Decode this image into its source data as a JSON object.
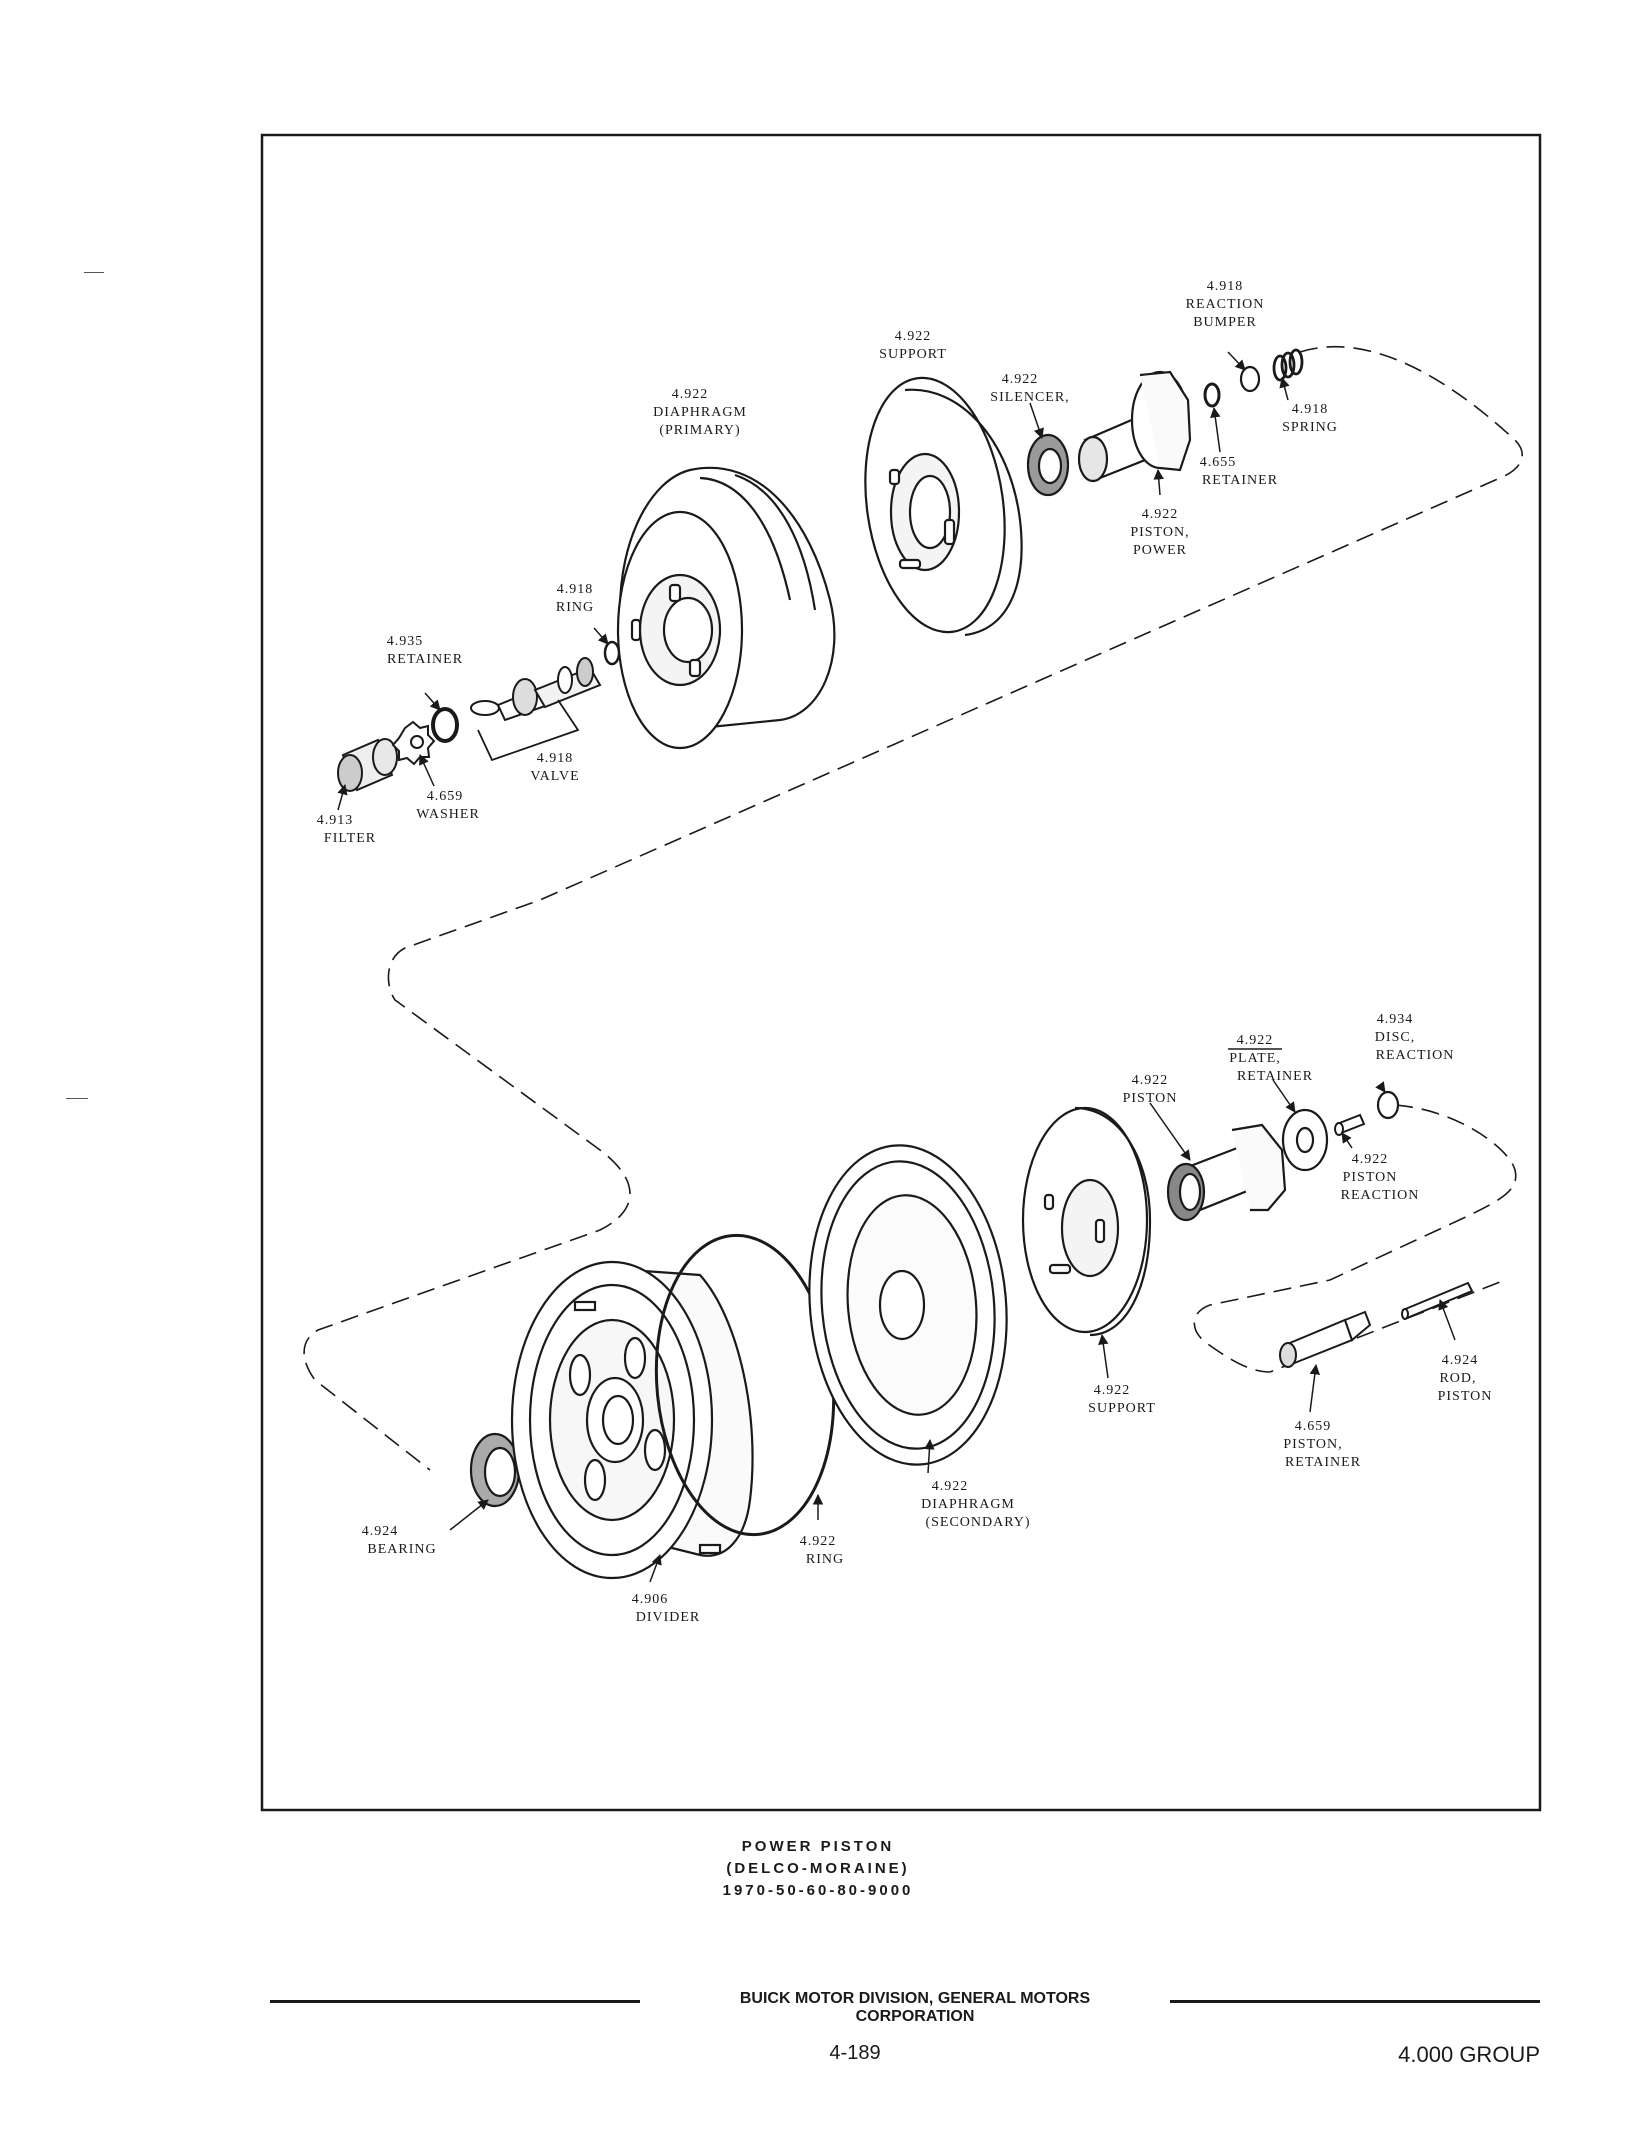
{
  "labels": {
    "reaction_bumper": {
      "code": "4.918",
      "l1": "REACTION",
      "l2": "BUMPER"
    },
    "spring": {
      "code": "4.918",
      "l1": "SPRING"
    },
    "support_top": {
      "code": "4.922",
      "l1": "SUPPORT"
    },
    "silencer": {
      "code": "4.922",
      "l1": "SILENCER,"
    },
    "diaphragm_primary": {
      "code": "4.922",
      "l1": "DIAPHRAGM",
      "l2": "(PRIMARY)"
    },
    "retainer_655": {
      "code": "4.655",
      "l1": "RETAINER"
    },
    "piston_power": {
      "code": "4.922",
      "l1": "PISTON,",
      "l2": "POWER"
    },
    "ring_918": {
      "code": "4.918",
      "l1": "RING"
    },
    "retainer_935": {
      "code": "4.935",
      "l1": "RETAINER"
    },
    "valve": {
      "code": "4.918",
      "l1": "VALVE"
    },
    "washer": {
      "code": "4.659",
      "l1": "WASHER"
    },
    "filter": {
      "code": "4.913",
      "l1": "FILTER"
    },
    "disc_reaction": {
      "code": "4.934",
      "l1": "DISC,",
      "l2": "REACTION"
    },
    "plate_retainer": {
      "code": "4.922",
      "l1": "PLATE,",
      "l2": "RETAINER"
    },
    "piston_922": {
      "code": "4.922",
      "l1": "PISTON"
    },
    "piston_reaction": {
      "code": "4.922",
      "l1": "PISTON",
      "l2": "REACTION"
    },
    "support_bottom": {
      "code": "4.922",
      "l1": "SUPPORT"
    },
    "rod_piston": {
      "code": "4.924",
      "l1": "ROD,",
      "l2": "PISTON"
    },
    "piston_retainer": {
      "code": "4.659",
      "l1": "PISTON,",
      "l2": "RETAINER"
    },
    "diaphragm_secondary": {
      "code": "4.922",
      "l1": "DIAPHRAGM",
      "l2": "(SECONDARY)"
    },
    "bearing": {
      "code": "4.924",
      "l1": "BEARING"
    },
    "ring_922": {
      "code": "4.922",
      "l1": "RING"
    },
    "divider": {
      "code": "4.906",
      "l1": "DIVIDER"
    }
  },
  "caption": {
    "line1": "POWER PISTON",
    "line2": "(DELCO-MORAINE)",
    "line3": "1970-50-60-80-9000"
  },
  "footer": {
    "corporation": "BUICK MOTOR DIVISION, GENERAL MOTORS CORPORATION",
    "page_number": "4-189",
    "group": "4.000 GROUP"
  }
}
